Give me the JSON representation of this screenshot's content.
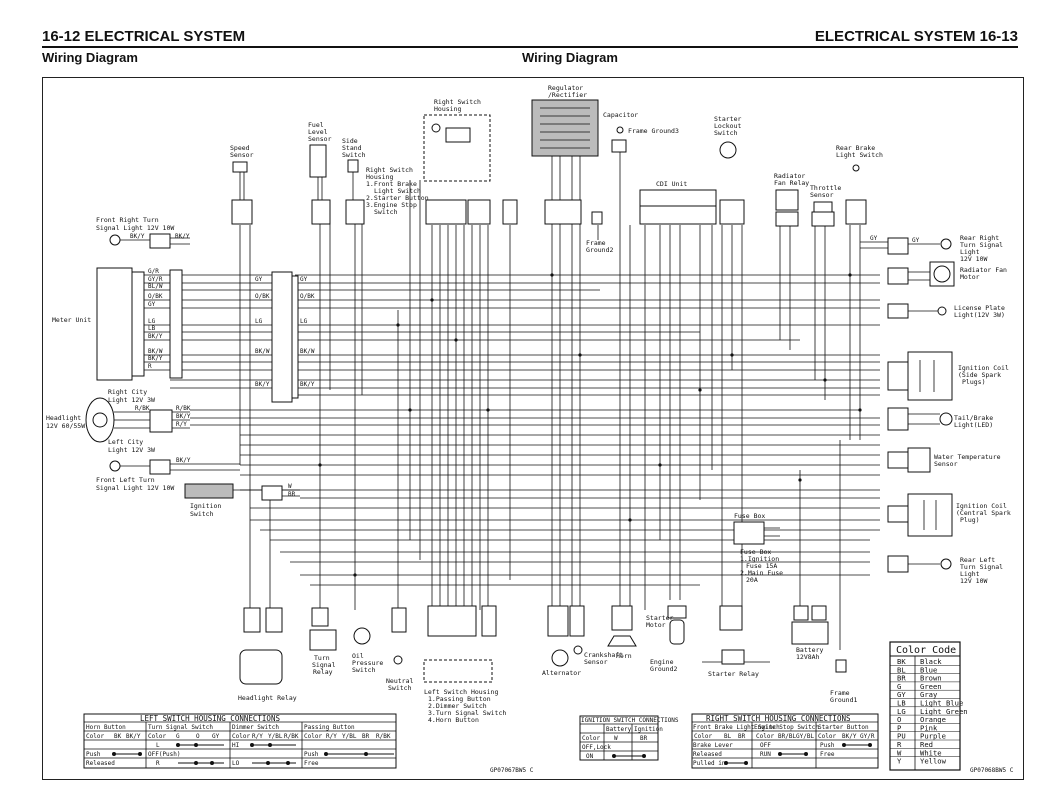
{
  "header": {
    "left_title": "16-12 ELECTRICAL SYSTEM",
    "right_title": "ELECTRICAL SYSTEM 16-13",
    "left_subtitle": "Wiring Diagram",
    "center_subtitle": "Wiring Diagram"
  },
  "components": {
    "front_right_turn": "Front Right Turn",
    "front_right_turn_2": "Signal Light 12V 10W",
    "meter_unit": "Meter Unit",
    "speed_sensor": "Speed",
    "speed_sensor_2": "Sensor",
    "fuel_level": "Fuel",
    "fuel_level_2": "Level",
    "fuel_level_3": "Sensor",
    "side_stand": "Side",
    "side_stand_2": "Stand",
    "side_stand_3": "Switch",
    "rsh_title": "Right Switch",
    "rsh_title_2": "Housing",
    "rsh_list_1": "1.Front Brake",
    "rsh_list_1b": "Light Switch",
    "rsh_list_2": "2.Starter Button",
    "rsh_list_3": "3.Engine Stop",
    "rsh_list_3b": "Switch",
    "right_switch_top": "Right Switch",
    "right_switch_top_2": "Housing",
    "regulator": "Regulator",
    "regulator_2": "/Rectifier",
    "capacitor": "Capacitor",
    "frame_ground3": "Frame Ground3",
    "frame_ground2": "Frame",
    "frame_ground2_b": "Ground2",
    "starter_lockout": "Starter",
    "starter_lockout_2": "Lockout",
    "starter_lockout_3": "Switch",
    "cdi_unit": "CDI Unit",
    "radiator_relay": "Radiator",
    "radiator_relay_2": "Fan Relay",
    "throttle_sensor": "Throttle",
    "throttle_sensor_2": "Sensor",
    "rear_brake": "Rear Brake",
    "rear_brake_2": "Light Switch",
    "rear_right_turn": "Rear Right",
    "rear_right_turn_2": "Turn Signal",
    "rear_right_turn_3": "Light",
    "rear_right_turn_4": "12V 10W",
    "radiator_fan": "Radiator Fan",
    "radiator_fan_2": "Motor",
    "license_plate": "License Plate",
    "license_plate_2": "Light(12V 3W)",
    "ignition_coil_side": "Ignition Coil",
    "ignition_coil_side_2": "(Side Spark",
    "ignition_coil_side_3": "Plugs)",
    "tail_brake": "Tail/Brake",
    "tail_brake_2": "Light(LED)",
    "water_temp": "Water Temperature",
    "water_temp_2": "Sensor",
    "ignition_coil_center": "Ignition Coil",
    "ignition_coil_center_2": "(Central Spark",
    "ignition_coil_center_3": "Plug)",
    "rear_left_turn": "Rear Left",
    "rear_left_turn_2": "Turn Signal",
    "rear_left_turn_3": "Light",
    "rear_left_turn_4": "12V 10W",
    "right_city": "Right City",
    "right_city_2": "Light 12V 3W",
    "headlight": "Headlight",
    "headlight_2": "12V 60/55W",
    "left_city": "Left City",
    "left_city_2": "Light 12V 3W",
    "front_left_turn": "Front Left Turn",
    "front_left_turn_2": "Signal Light 12V 10W",
    "ignition_switch": "Ignition",
    "ignition_switch_2": "Switch",
    "fuse_box_top": "Fuse Box",
    "fuse_box": "Fuse Box",
    "fuse_box_2": "1.Ignition",
    "fuse_box_3": "Fuse 15A",
    "fuse_box_4": "2.Main Fuse",
    "fuse_box_5": "20A",
    "headlight_relay": "Headlight Relay",
    "turn_signal_relay": "Turn",
    "turn_signal_relay_2": "Signal",
    "turn_signal_relay_3": "Relay",
    "oil_pressure": "Oil",
    "oil_pressure_2": "Pressure",
    "oil_pressure_3": "Switch",
    "neutral_switch": "Neutral",
    "neutral_switch_2": "Switch",
    "lsh_title": "Left Switch Housing",
    "lsh_1": "1.Passing Button",
    "lsh_2": "2.Dimmer Switch",
    "lsh_3": "3.Turn Signal Switch",
    "lsh_4": "4.Horn Button",
    "alternator": "Alternator",
    "crankshaft": "Crankshaft",
    "crankshaft_2": "Sensor",
    "horn": "Horn",
    "starter_motor": "Starter",
    "starter_motor_2": "Motor",
    "engine_ground": "Engine",
    "engine_ground_2": "Ground2",
    "starter_relay": "Starter Relay",
    "battery": "Battery",
    "battery_2": "12V8Ah",
    "frame_ground1": "Frame",
    "frame_ground1_2": "Ground1"
  },
  "left_switch_table": {
    "title": "LEFT SWITCH HOUSING CONNECTIONS",
    "groups": [
      "Horn Button",
      "Turn Signal Switch",
      "Dimmer Switch",
      "Passing Button"
    ],
    "headers": [
      "Color",
      "BK",
      "BK/Y",
      "Color",
      "G",
      "O",
      "GY",
      "Color",
      "R/Y",
      "Y/BL",
      "R/BK",
      "Color",
      "R/Y",
      "Y/BL",
      "BR",
      "R/BK"
    ],
    "rows": [
      [
        "",
        "",
        "",
        "",
        "L",
        "",
        "",
        "",
        "",
        "",
        "",
        "",
        "",
        "",
        "",
        ""
      ],
      [
        "Push",
        "",
        "",
        "OFF(Push)",
        "",
        "",
        "",
        "HI",
        "",
        "",
        "",
        "Push",
        "",
        "",
        "",
        ""
      ],
      [
        "Released",
        "",
        "",
        "R",
        "",
        "",
        "",
        "LO",
        "",
        "",
        "",
        "Free",
        "",
        "",
        "",
        ""
      ]
    ]
  },
  "ignition_table": {
    "title": "IGNITION SWITCH CONNECTIONS",
    "headers": [
      "Color",
      "Battery",
      "Ignition"
    ],
    "sub_headers": [
      "",
      "W",
      "BR"
    ],
    "rows": [
      [
        "OFF,Lock",
        "",
        ""
      ],
      [
        "ON",
        "",
        ""
      ]
    ]
  },
  "right_switch_table": {
    "title": "RIGHT SWITCH HOUSING CONNECTIONS",
    "groups": [
      "Front Brake Light Switch",
      "Engine Stop Switch",
      "Starter Button"
    ],
    "headers": [
      "Color",
      "BL",
      "BR",
      "Color",
      "BR/BL",
      "GY/BL",
      "Color",
      "BK/Y",
      "GY/R"
    ],
    "rows": [
      [
        "Brake Lever",
        "",
        "",
        "OFF",
        "",
        "",
        "Push",
        "",
        ""
      ],
      [
        "Released",
        "",
        "",
        "RUN",
        "",
        "",
        "Free",
        "",
        ""
      ],
      [
        "Pulled in",
        "",
        "",
        "",
        "",
        "",
        "",
        "",
        ""
      ]
    ]
  },
  "color_code": {
    "title": "Color Code",
    "rows": [
      [
        "BK",
        "Black"
      ],
      [
        "BL",
        "Blue"
      ],
      [
        "BR",
        "Brown"
      ],
      [
        "G",
        "Green"
      ],
      [
        "GY",
        "Gray"
      ],
      [
        "LB",
        "Light Blue"
      ],
      [
        "LG",
        "Light Green"
      ],
      [
        "O",
        "Orange"
      ],
      [
        "P",
        "Pink"
      ],
      [
        "PU",
        "Purple"
      ],
      [
        "R",
        "Red"
      ],
      [
        "W",
        "White"
      ],
      [
        "Y",
        "Yellow"
      ]
    ]
  },
  "codes": {
    "left_code": "GP07067BW5 C",
    "right_code": "GP07068BW5 C"
  },
  "wire_labels": {
    "bk_y": "BK/Y",
    "gy": "GY",
    "g_r": "G/R",
    "gy_r": "GY/R",
    "bl_w": "BL/W",
    "o_bk": "O/BK",
    "bk_w": "BK/W",
    "r_y": "R/Y",
    "r_bk": "R/BK",
    "y_bl": "Y/BL",
    "w": "W",
    "br": "BR",
    "bk": "BK",
    "o": "O",
    "g": "G",
    "lg": "LG",
    "lb": "LB",
    "y": "Y",
    "bl": "BL",
    "r": "R",
    "p": "P",
    "br_bl": "BR/BL"
  }
}
